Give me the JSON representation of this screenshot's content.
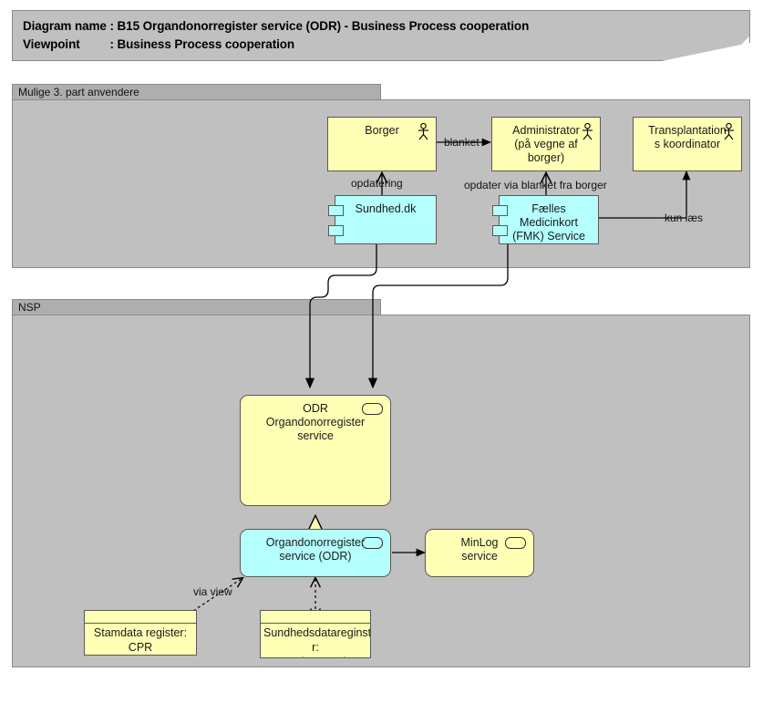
{
  "title": {
    "line1": "Diagram name : B15 Organdonorregister service (ODR) - Business Process cooperation",
    "line2": "Viewpoint         : Business Process cooperation"
  },
  "groups": [
    {
      "id": "third-party",
      "label": "Mulige 3. part anvendere"
    },
    {
      "id": "nsp",
      "label": "NSP"
    }
  ],
  "nodes": {
    "borger": {
      "label": "Borger",
      "type": "business-actor",
      "color": "#ffffb5"
    },
    "administrator": {
      "label": "Administrator\n(på vegne af\nborger)",
      "type": "business-actor",
      "color": "#ffffb5"
    },
    "transplantation": {
      "label": "Transplantation\ns koordinator",
      "type": "business-actor",
      "color": "#ffffb5"
    },
    "sundhed_dk": {
      "label": "Sundhed.dk",
      "type": "application-component",
      "color": "#b5ffff"
    },
    "fmk": {
      "label": "Fælles\nMedicinkort\n(FMK) Service",
      "type": "application-component",
      "color": "#b5ffff"
    },
    "odr_service": {
      "label": "ODR\nOrgandonorregister\nservice",
      "type": "application-service",
      "color": "#ffffb5"
    },
    "odr_component": {
      "label": "Organdonorregister\nservice (ODR)",
      "type": "application-service",
      "color": "#b5ffff"
    },
    "minlog": {
      "label": "MinLog\nservice",
      "type": "application-service",
      "color": "#ffffb5"
    },
    "cpr": {
      "label": "Stamdata register:\nCPR",
      "type": "data-object",
      "color": "#ffffb5"
    },
    "sundhedsdata": {
      "label": "Sundhedsdatareginste\nr:\nOrgandonorregister",
      "type": "data-object",
      "color": "#ffffb5"
    }
  },
  "edge_labels": {
    "blanket": "blanket",
    "opdatering": "opdatering",
    "opdater_blanket": "opdater via blanket fra borger",
    "kun_laes": "kun læs",
    "via_view": "via view"
  },
  "palette": {
    "yellow": "#ffffb5",
    "cyan": "#b5ffff",
    "group_fill": "#c0c0c0",
    "group_tab": "#aeaeae",
    "border": "#5a5a5a",
    "line": "#000000",
    "canvas": "#ffffff"
  }
}
